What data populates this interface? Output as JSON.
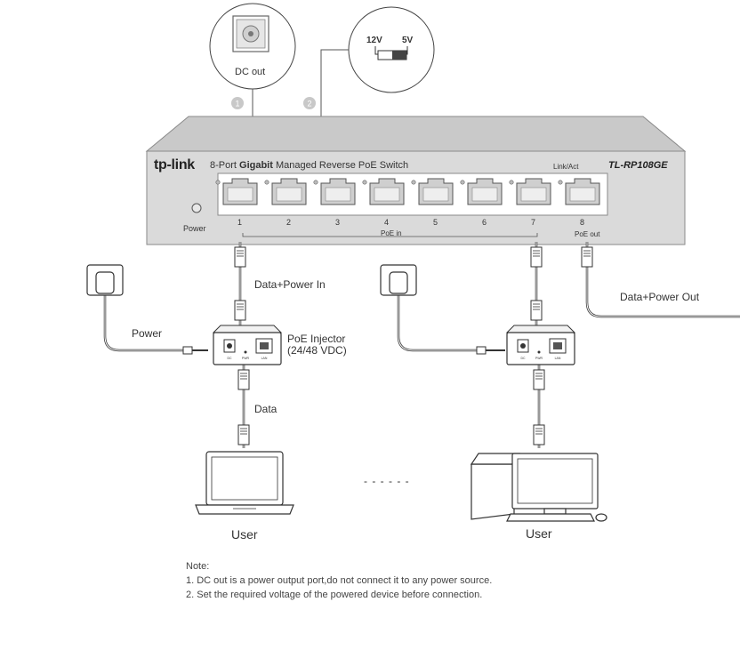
{
  "callouts": [
    {
      "number": "1",
      "label": "DC out"
    },
    {
      "number": "2",
      "voltage_left": "12V",
      "voltage_right": "5V"
    }
  ],
  "switch": {
    "brand": "tp-link",
    "description_prefix": "8-Port ",
    "description_bold": "Gigabit",
    "description_suffix": " Managed Reverse PoE Switch",
    "link_act": "Link/Act",
    "model": "TL-RP108GE",
    "power_label": "Power",
    "port_numbers": [
      "1",
      "2",
      "3",
      "4",
      "5",
      "6",
      "7",
      "8"
    ],
    "poe_in_label": "PoE in",
    "poe_out_label": "PoE out"
  },
  "connections": {
    "data_power_in": "Data+Power In",
    "data_power_out": "Data+Power Out",
    "power": "Power",
    "data": "Data"
  },
  "injector": {
    "label_line1": "PoE Injector",
    "label_line2": "(24/48 VDC)",
    "port_dc": "DC",
    "port_pwr": "PWR",
    "port_lan": "LAN"
  },
  "users": [
    "User",
    "User"
  ],
  "ellipsis": "- - - - - -",
  "notes": {
    "title": "Note:",
    "items": [
      "1. DC out is a power output port,do not connect it to any power source.",
      "2. Set the required voltage of the powered device before connection."
    ]
  }
}
